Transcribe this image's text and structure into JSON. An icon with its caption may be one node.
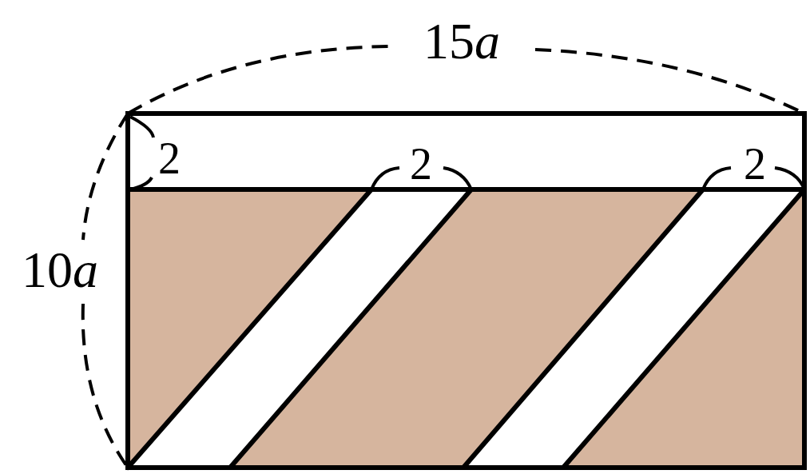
{
  "diagram": {
    "labels": [
      "15a",
      "2",
      "2",
      "2",
      "10a"
    ]
  }
}
